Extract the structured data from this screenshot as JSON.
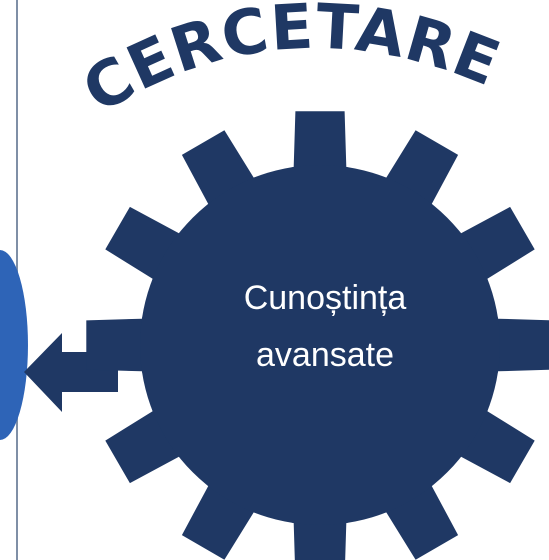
{
  "title": "CERCETARE",
  "gear_label_line1": "Cunoștința",
  "gear_label_line2": "avansate",
  "colors": {
    "gear": "#1f3864",
    "title": "#1f3864",
    "side_panel_border": "#7f8fa6",
    "side_circle": "#2e64b7",
    "arrow": "#1f3864",
    "background": "#ffffff"
  },
  "icons": {
    "gear": "gear-icon",
    "arrow": "left-arrow-icon"
  }
}
